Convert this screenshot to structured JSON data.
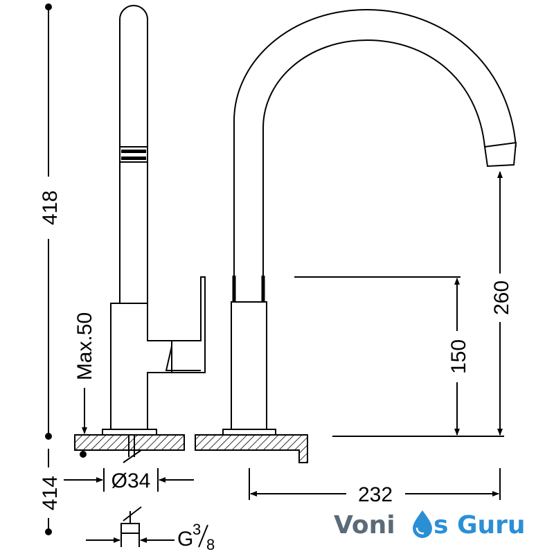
{
  "dimensions": {
    "total_height": "418",
    "lower_height": "414",
    "max_deck": "Max.50",
    "spout_height": "260",
    "handle_height": "150",
    "reach": "232",
    "hole_diameter": "Ø34",
    "thread": "G",
    "thread_num": "3",
    "thread_den": "8"
  },
  "logo": {
    "part1": "Voni",
    "part2": "s",
    "part3": "Guru",
    "color_dark": "#5a6a78",
    "color_blue": "#2b8fd6"
  },
  "colors": {
    "line": "#000000"
  }
}
